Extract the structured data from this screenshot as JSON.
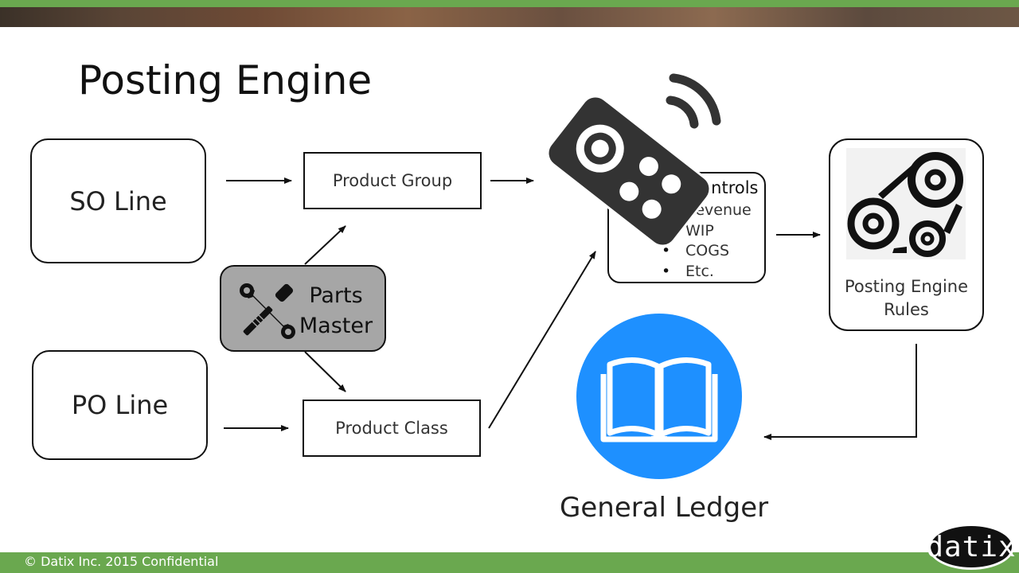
{
  "slide": {
    "title": "Posting Engine",
    "footer_text": "© Datix Inc. 2015 Confidential",
    "logo_text": "datix"
  },
  "nodes": {
    "so_line": "SO Line",
    "po_line": "PO Line",
    "product_group": "Product Group",
    "product_class": "Product Class",
    "parts_master_line1": "Parts",
    "parts_master_line2": "Master",
    "gl_controls_title": "GL Controls",
    "gl_controls_items": [
      "Revenue",
      "WIP",
      "COGS",
      "Etc."
    ],
    "posting_rules_line1": "Posting Engine",
    "posting_rules_line2": "Rules",
    "general_ledger": "General Ledger"
  },
  "icons": {
    "remote": "remote-control-icon",
    "tools": "wrench-screwdriver-icon",
    "gears": "gears-icon",
    "book": "open-book-icon"
  },
  "colors": {
    "banner_green": "#6aa84f",
    "ledger_circle": "#1e90ff",
    "parts_fill": "#a6a6a6"
  }
}
